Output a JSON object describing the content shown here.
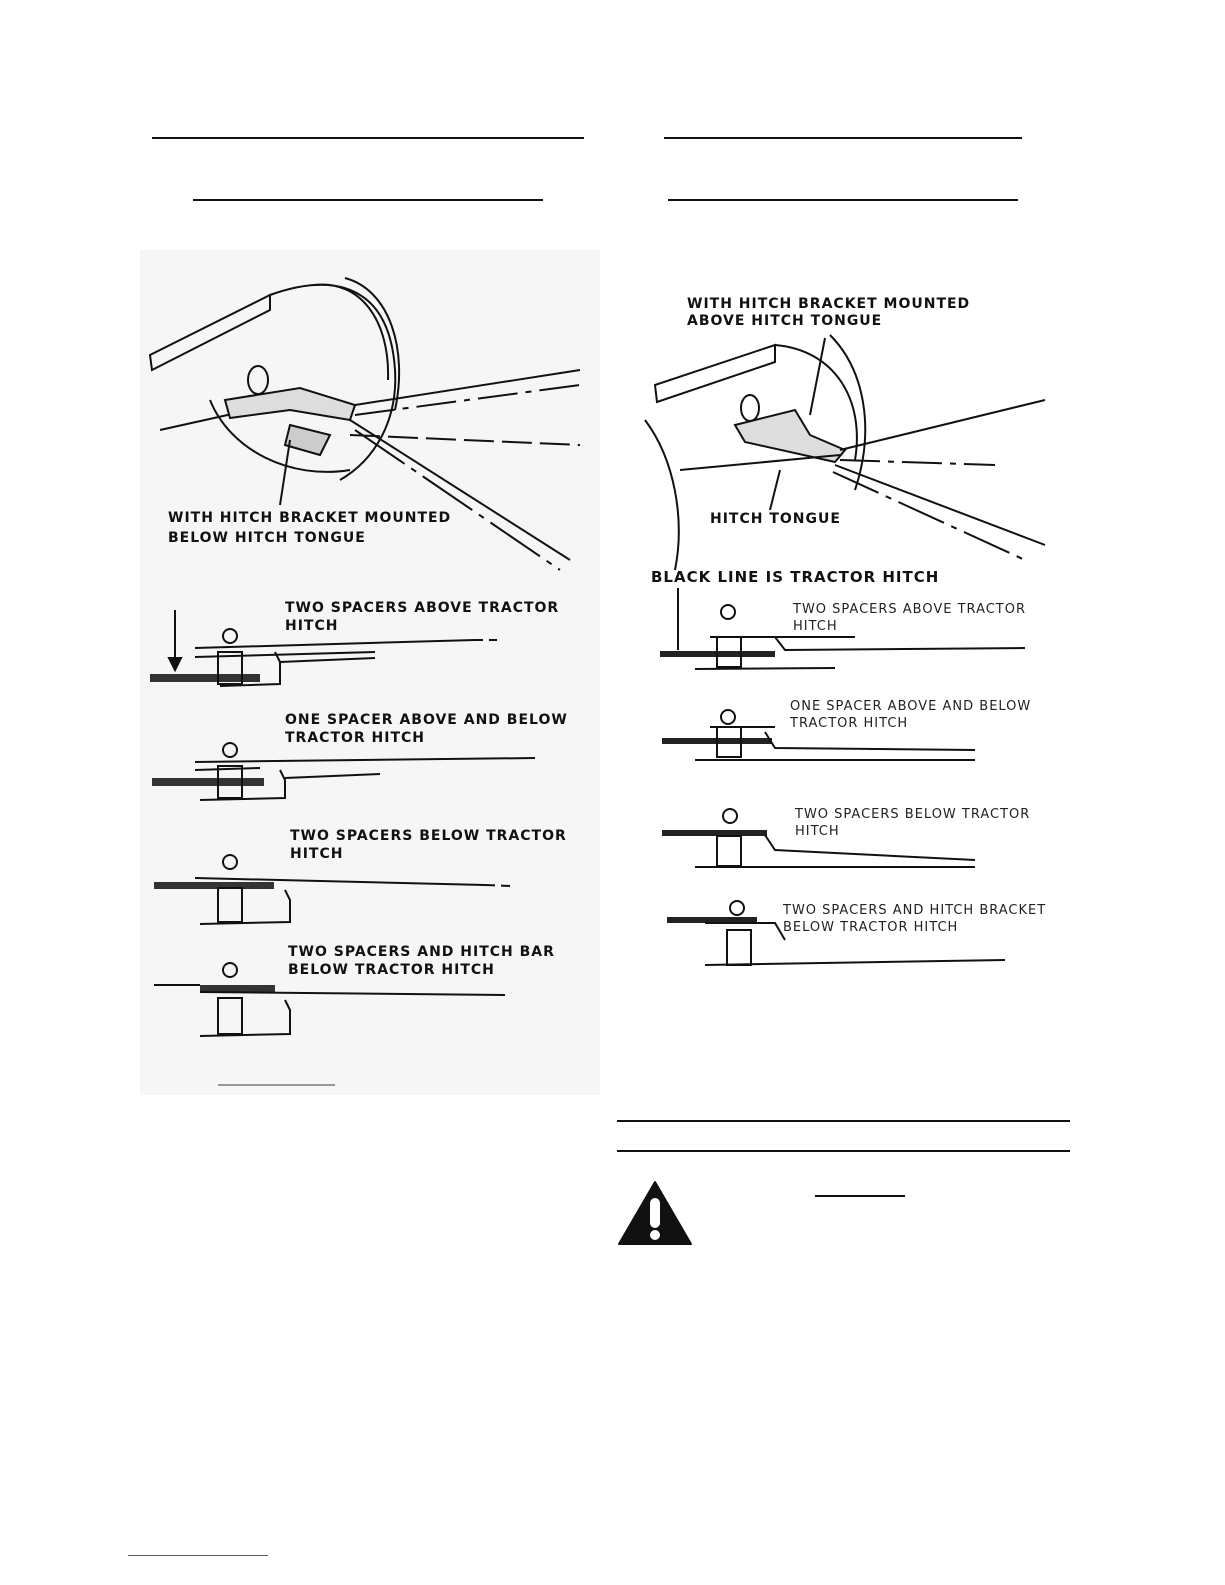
{
  "left_figure": {
    "callout": [
      "WITH HITCH BRACKET MOUNTED",
      "BELOW HITCH TONGUE"
    ],
    "configs": [
      [
        "TWO SPACERS ABOVE TRACTOR",
        "HITCH"
      ],
      [
        "ONE SPACER ABOVE AND BELOW",
        "TRACTOR HITCH"
      ],
      [
        "TWO SPACERS BELOW TRACTOR",
        "HITCH"
      ],
      [
        "TWO SPACERS AND HITCH BAR",
        "BELOW TRACTOR HITCH"
      ]
    ]
  },
  "right_figure": {
    "callout": [
      "WITH HITCH BRACKET MOUNTED",
      "ABOVE HITCH TONGUE"
    ],
    "tongue_label": "HITCH TONGUE",
    "black_line_note": "BLACK LINE IS TRACTOR HITCH",
    "configs": [
      [
        "TWO SPACERS ABOVE TRACTOR",
        "HITCH"
      ],
      [
        "ONE SPACER ABOVE AND BELOW",
        "TRACTOR HITCH"
      ],
      [
        "TWO SPACERS BELOW TRACTOR",
        "HITCH"
      ],
      [
        "TWO SPACERS AND HITCH BRACKET",
        "BELOW TRACTOR HITCH"
      ]
    ]
  },
  "icons": {
    "warning": "warning-triangle-icon"
  }
}
